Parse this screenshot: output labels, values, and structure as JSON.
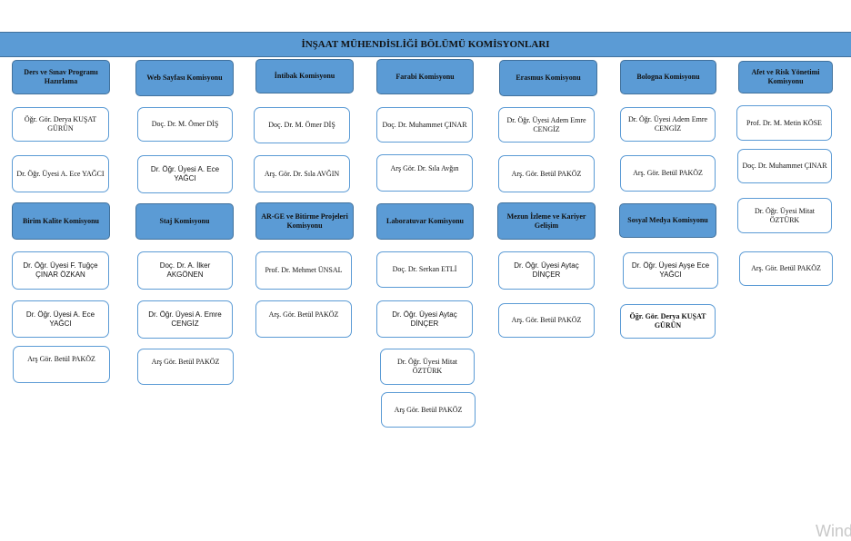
{
  "title": "İNŞAAT MÜHENDİSLİĞİ BÖLÜMÜ KOMİSYONLARI",
  "watermark": "Wind",
  "committees": [
    {
      "name": "Ders ve Sınav Programı Hazırlama",
      "members": [
        "Öğr. Gör. Derya KUŞAT GÜRÜN",
        "Dr. Öğr. Üyesi A. Ece YAĞCI"
      ]
    },
    {
      "name": "Web Sayfası Komisyonu",
      "members": [
        "Doç. Dr. M. Ömer DİŞ",
        "Dr. Öğr. Üyesi A. Ece YAĞCI"
      ]
    },
    {
      "name": "İntibak Komisyonu",
      "members": [
        "Doç. Dr. M. Ömer DİŞ",
        "Arş. Gör. Dr. Sıla AVĞIN"
      ]
    },
    {
      "name": "Farabi Komisyonu",
      "members": [
        "Doç. Dr. Muhammet ÇINAR",
        "Arş Gör. Dr. Sıla Avğın"
      ]
    },
    {
      "name": "Erasmus Komisyonu",
      "members": [
        "Dr. Öğr. Üyesi Adem Emre CENGİZ",
        "Arş. Gör. Betül PAKÖZ"
      ]
    },
    {
      "name": "Bologna Komisyonu",
      "members": [
        "Dr. Öğr. Üyesi Adem Emre CENGİZ",
        "Arş. Gör. Betül PAKÖZ"
      ]
    },
    {
      "name": "Afet ve Risk Yönetimi Komisyonu",
      "members": [
        "Prof. Dr. M. Metin KÖSE",
        "Doç. Dr. Muhammet ÇINAR",
        "Dr. Öğr. Üyesi Mitat ÖZTÜRK",
        "Arş. Gör. Betül PAKÖZ"
      ]
    },
    {
      "name": "Birim Kalite Komisyonu",
      "members": [
        "Dr. Öğr. Üyesi F. Tuğçe ÇINAR ÖZKAN",
        "Dr. Öğr. Üyesi A. Ece YAĞCI",
        "Arş Gör. Betül PAKÖZ"
      ]
    },
    {
      "name": "Staj Komisyonu",
      "members": [
        "Doç. Dr. A. İlker AKGÖNEN",
        "Dr. Öğr. Üyesi A. Emre CENGİZ",
        "Arş Gör. Betül PAKÖZ"
      ]
    },
    {
      "name": "AR-GE ve Bitirme Projeleri Komisyonu",
      "members": [
        "Prof. Dr. Mehmet ÜNSAL",
        "Arş. Gör. Betül PAKÖZ"
      ]
    },
    {
      "name": "Laboratuvar Komisyonu",
      "members": [
        "Doç. Dr. Serkan ETLİ",
        "Dr. Öğr. Üyesi Aytaç DİNÇER",
        "Dr. Öğr. Üyesi Mitat ÖZTÜRK",
        "Arş Gör. Betül PAKÖZ"
      ]
    },
    {
      "name": "Mezun İzleme ve Kariyer Gelişim",
      "members": [
        "Dr. Öğr. Üyesi Aytaç DİNÇER",
        "Arş. Gör. Betül PAKÖZ"
      ]
    },
    {
      "name": "Sosyal Medya Komisyonu",
      "members": [
        "Dr. Öğr. Üyesi Ayşe Ece YAĞCI",
        "Öğr. Gör. Derya KUŞAT GÜRÜN"
      ]
    }
  ]
}
